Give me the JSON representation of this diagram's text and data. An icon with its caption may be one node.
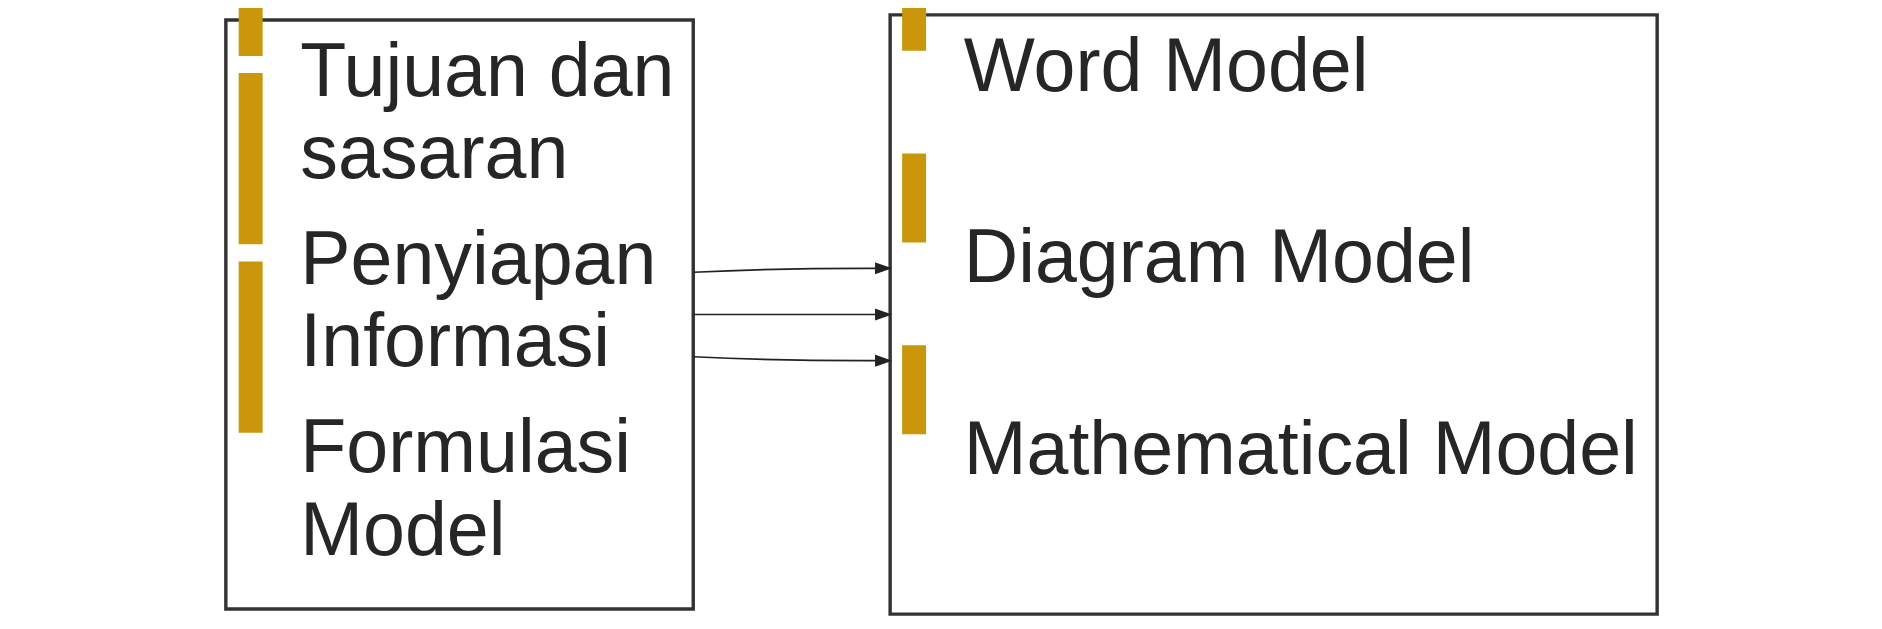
{
  "diagram": {
    "nodes": [
      {
        "text": [
          "Tujuan dan sasaran",
          "Penyiapan Informasi",
          "Formulasi Model"
        ]
      },
      {
        "text": [
          "Word Model",
          "Diagram Model",
          "Mathematical Model"
        ]
      }
    ],
    "edges": [
      {
        "from": 0,
        "to": 1,
        "arrow": "to"
      },
      {
        "from": 0,
        "to": 1,
        "arrow": "to"
      },
      {
        "from": 0,
        "to": 1,
        "arrow": "to"
      }
    ]
  }
}
